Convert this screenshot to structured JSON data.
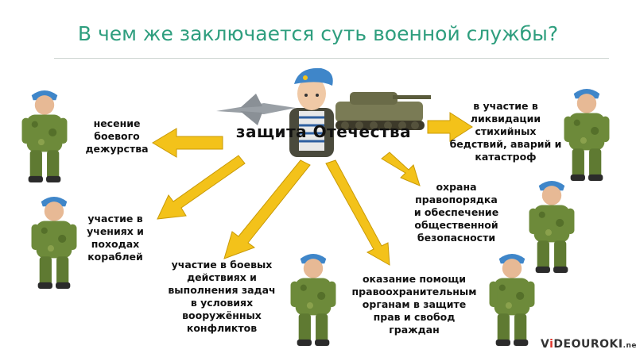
{
  "title": "В чем же заключается суть военной службы?",
  "center": {
    "label": "защита Отечества"
  },
  "nodes": [
    {
      "id": "duty",
      "text": "несение\nбоевого\nдежурства"
    },
    {
      "id": "disasters",
      "text": "в участие в\nликвидации\nстихийных\nбедствий, аварий и\nкатастроф"
    },
    {
      "id": "exercises",
      "text": "участие в\nучениях и\nпоходах\nкораблей"
    },
    {
      "id": "order",
      "text": "охрана\nправопорядка\nи обеспечение\nобщественной\nбезопасности"
    },
    {
      "id": "combat",
      "text": "участие в боевых\nдействиях и\nвыполнения задач\nв условиях\nвооружённых\nконфликтов"
    },
    {
      "id": "assist",
      "text": "оказание помощи\nправоохранительным\nорганам в защите\nправ и свобод\nграждан"
    }
  ],
  "watermark": {
    "prefix": "V",
    "accent": "i",
    "suffix": "DEOUROKI",
    "tail": ".net"
  },
  "colors": {
    "title": "#2e9e7e",
    "arrow": "#f3c21a",
    "arrow_stroke": "#c99a06",
    "uniform": "#6d8a3a",
    "beret": "#3f86c9"
  }
}
